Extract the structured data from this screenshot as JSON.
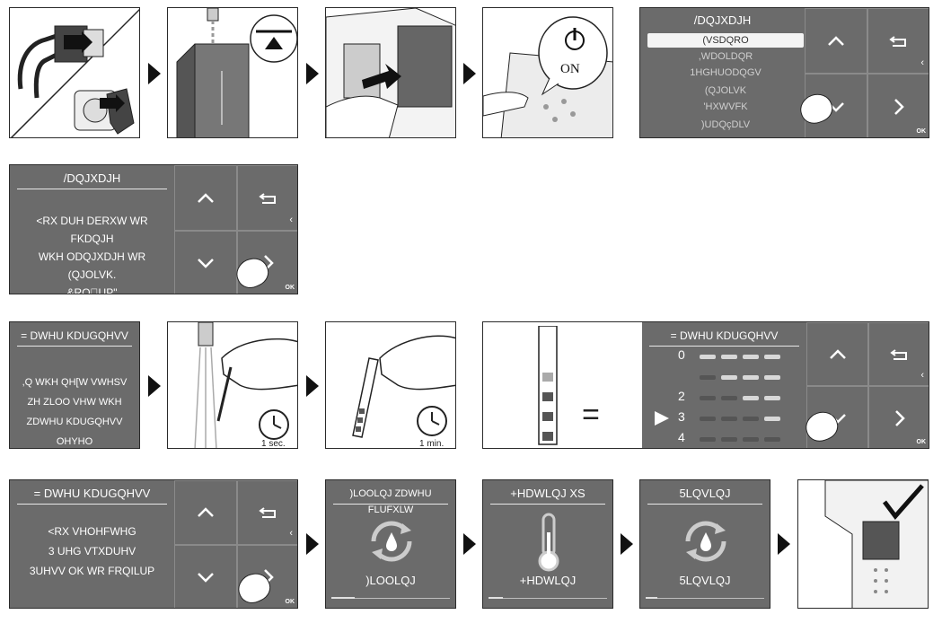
{
  "on_label": "ON",
  "ok_tag": "OK",
  "language_menu": {
    "title": "/DQJXDJH",
    "items": [
      {
        "label": "(VSDQRO",
        "selected": true
      },
      {
        "label": ",WDOLDQR",
        "selected": false
      },
      {
        "label": "1HGHUODQGV",
        "selected": false
      },
      {
        "label": "(QJOLVK",
        "selected": false
      },
      {
        "label": "'HXWVFK",
        "selected": false
      },
      {
        "label": ")UDQçDLV",
        "selected": false
      }
    ]
  },
  "language_confirm": {
    "title": "/DQJXDJH",
    "lines": [
      "<RX DUH DERXW WR FKDQJH",
      "WKH ODQJXDJH WR (QJOLVK.",
      "&RQ\u0000UP\""
    ]
  },
  "hardness_intro": {
    "title": "= DWHU KDUGQHVV",
    "lines": [
      ",Q WKH QH[W VWHSV",
      "ZH ZLOO VHW WKH",
      "ZDWHU KDUGQHVV OHYHO"
    ]
  },
  "timers": {
    "dip": "1 sec.",
    "wait": "1 min."
  },
  "hardness_select": {
    "title": "= DWHU KDUGQHVV",
    "levels": [
      {
        "label": "0",
        "bars": 4
      },
      {
        "label": "",
        "bars": 3
      },
      {
        "label": "2",
        "bars": 2
      },
      {
        "label": "3",
        "bars": 1
      },
      {
        "label": "4",
        "bars": 0
      }
    ],
    "selected_index": 3
  },
  "hardness_confirm": {
    "title": "= DWHU KDUGQHVV",
    "lines": [
      "<RX VHOHFWHG",
      "3 UHG VTXDUHV",
      "3UHVV OK WR FRQILUP"
    ]
  },
  "filling": {
    "title": ")LOOLQJ ZDWHU FLUFXLW",
    "label": ")LOOLQJ",
    "progress": 0.2
  },
  "heating": {
    "title": "+HDWLQJ XS",
    "label": "+HDWLQJ",
    "progress": 0.12
  },
  "rinsing": {
    "title": "5LQVLQJ",
    "label": "5LQVLQJ",
    "progress": 0.1
  }
}
